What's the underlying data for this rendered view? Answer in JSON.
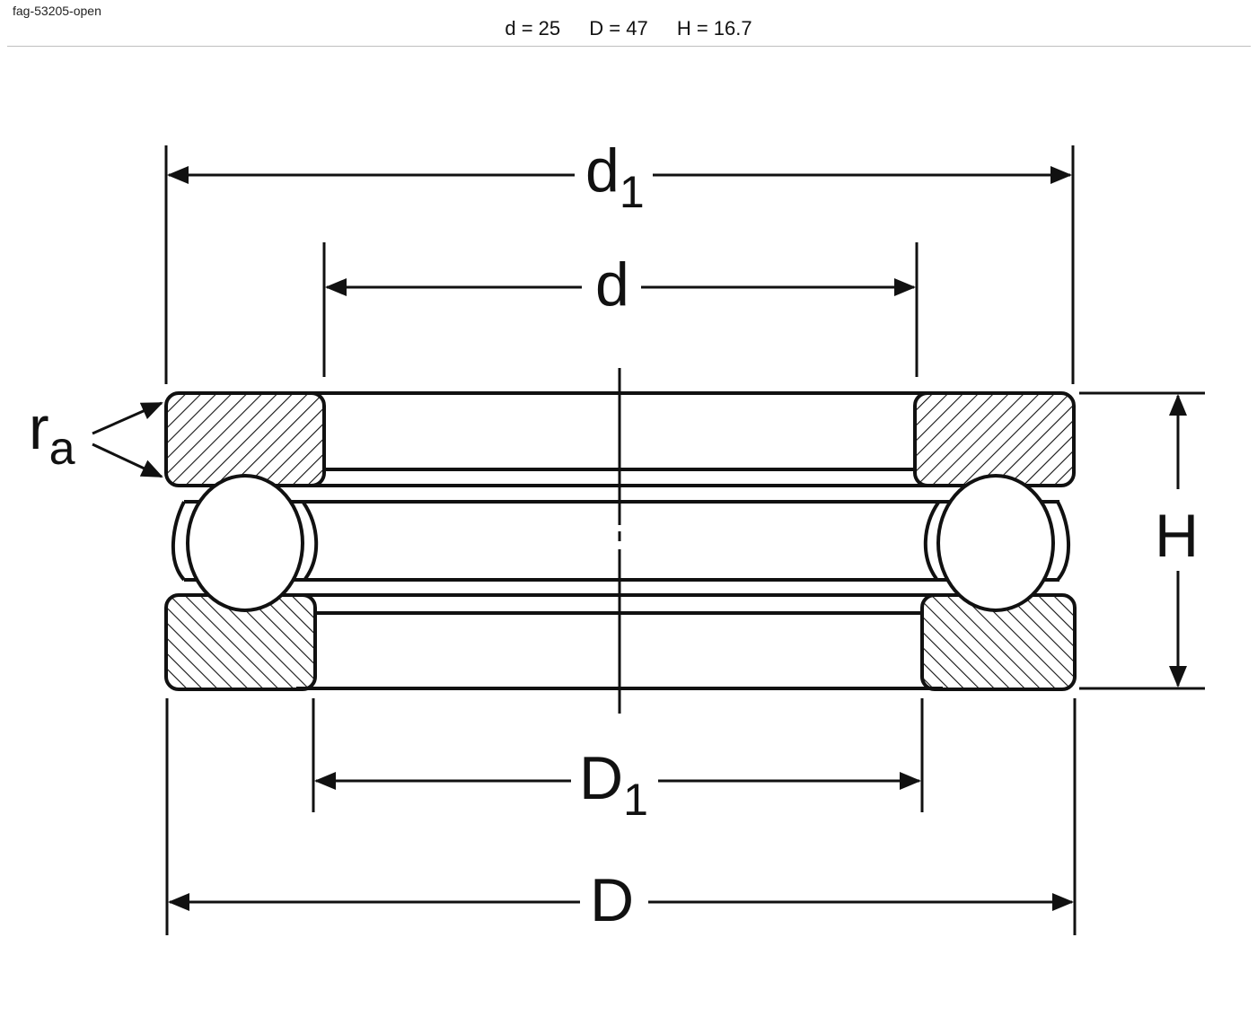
{
  "document": {
    "id": "fag-53205-open"
  },
  "dimensions_header": {
    "d": "d = 25",
    "D": "D = 47",
    "H": "H = 16.7"
  },
  "drawing_labels": {
    "d1": {
      "main": "d",
      "sub": "1"
    },
    "d": {
      "main": "d"
    },
    "D1": {
      "main": "D",
      "sub": "1"
    },
    "D": {
      "main": "D"
    },
    "H": {
      "main": "H"
    },
    "ra": {
      "main": "r",
      "sub": "a"
    }
  },
  "colors": {
    "line": "#111111",
    "hatch": "#111111",
    "rule": "#bfbfbf"
  }
}
